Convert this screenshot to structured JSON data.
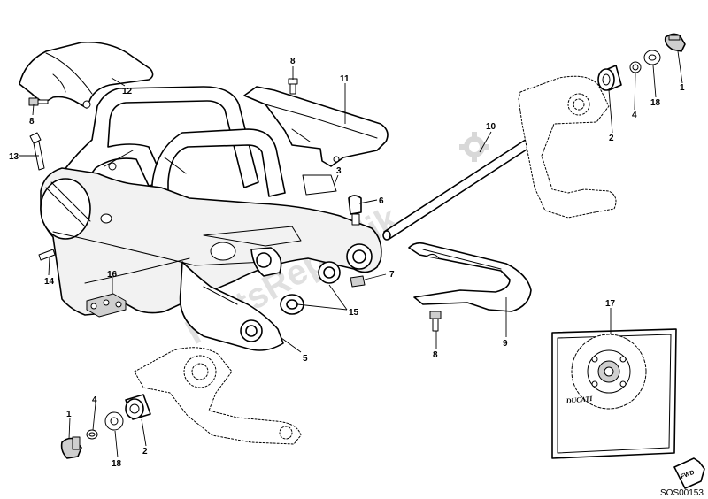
{
  "callouts": [
    "1",
    "2",
    "3",
    "4",
    "5",
    "6",
    "7",
    "8",
    "9",
    "10",
    "11",
    "12",
    "13",
    "14",
    "15",
    "16",
    "17",
    "18"
  ],
  "watermark": "PartsRepublik",
  "label_fwd": "FWD",
  "label_ducati": "DUCATI",
  "figure_ref": "SOS00153",
  "icons": {
    "watermark": "gear-icon",
    "direction": "fwd-arrow-icon"
  }
}
